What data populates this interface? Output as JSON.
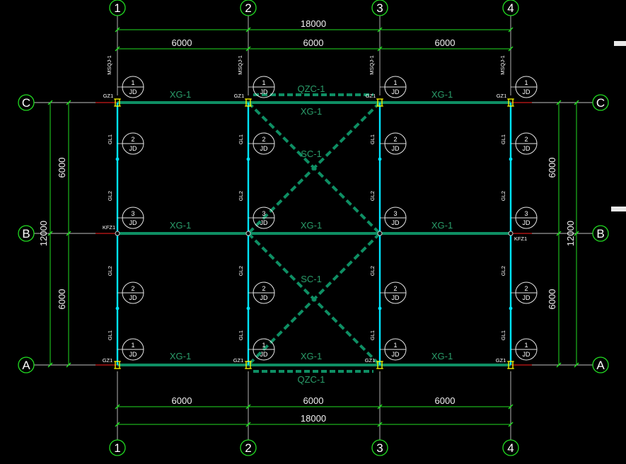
{
  "grid": {
    "columns": [
      "1",
      "2",
      "3",
      "4"
    ],
    "rows": [
      "C",
      "B",
      "A"
    ]
  },
  "dimensions": {
    "top_total": "18000",
    "top_spans": [
      "6000",
      "6000",
      "6000"
    ],
    "bottom_spans": [
      "6000",
      "6000",
      "6000"
    ],
    "bottom_total": "18000",
    "left_total": "12000",
    "left_spans": [
      "6000",
      "6000"
    ],
    "right_spans": [
      "6000",
      "6000"
    ],
    "right_total": "12000"
  },
  "labels": {
    "tie_bar": "XG-1",
    "cross_brace": "SC-1",
    "column_brace": "QZC-1",
    "column_gz": "GZ1",
    "column_kfz": "KFZ1",
    "beam_gl1": "GL1",
    "beam_gl2": "GL2",
    "anchor": "MSQJ-1",
    "jd": "JD",
    "node_1": "1",
    "node_2": "2",
    "node_3": "3"
  },
  "colors": {
    "background": "#000000",
    "beam": "#00e5ff",
    "brace": "#0e8f64",
    "grid_line": "#ffffff",
    "dimension": "#22dd22",
    "column": "#ffff00",
    "label": "#2a9d6a"
  }
}
